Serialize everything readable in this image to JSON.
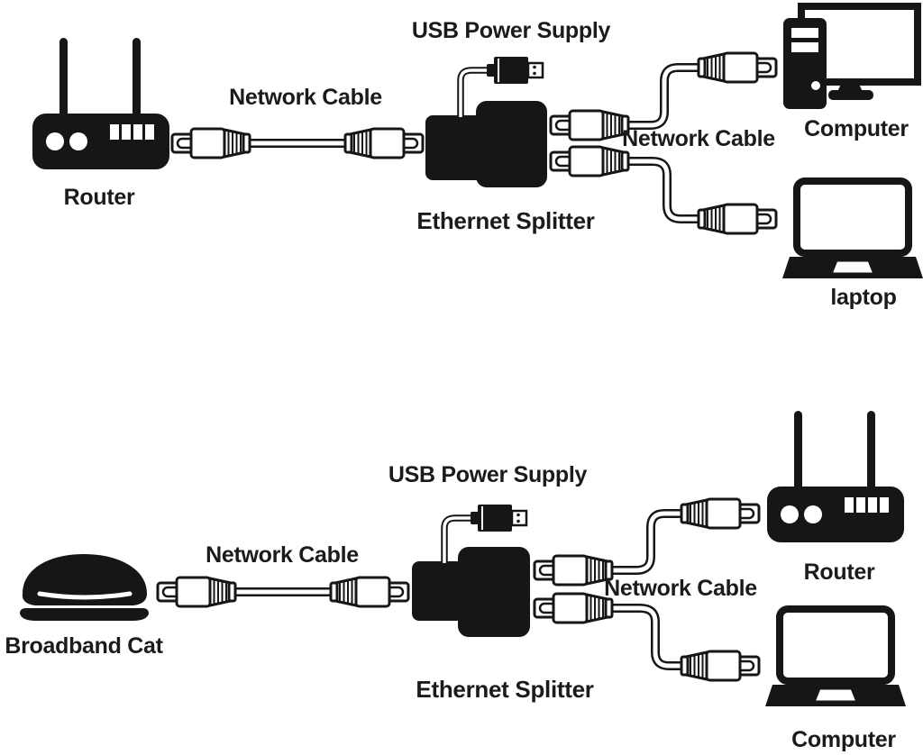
{
  "canvas": {
    "background": "#ffffff",
    "ink": "#161616",
    "text_color": "#1b1b1b"
  },
  "diagrams": [
    {
      "id": "top",
      "labels": {
        "usb_power_supply": "USB Power Supply",
        "network_cable_left": "Network Cable",
        "network_cable_right": "Network Cable",
        "splitter": "Ethernet Splitter",
        "source_device": "Router",
        "dest_top": "Computer",
        "dest_bottom": "laptop"
      },
      "icons": {
        "source": "router-icon",
        "middle": "ethernet-splitter-icon",
        "power": "usb-plug-icon",
        "dest_top": "desktop-computer-icon",
        "dest_bottom": "laptop-icon"
      }
    },
    {
      "id": "bottom",
      "labels": {
        "usb_power_supply": "USB Power Supply",
        "network_cable_left": "Network Cable",
        "network_cable_right": "Network Cable",
        "splitter": "Ethernet Splitter",
        "source_device": "Broadband Cat",
        "dest_top": "Router",
        "dest_bottom": "Computer"
      },
      "icons": {
        "source": "broadband-modem-icon",
        "middle": "ethernet-splitter-icon",
        "power": "usb-plug-icon",
        "dest_top": "router-icon",
        "dest_bottom": "laptop-icon"
      }
    }
  ]
}
